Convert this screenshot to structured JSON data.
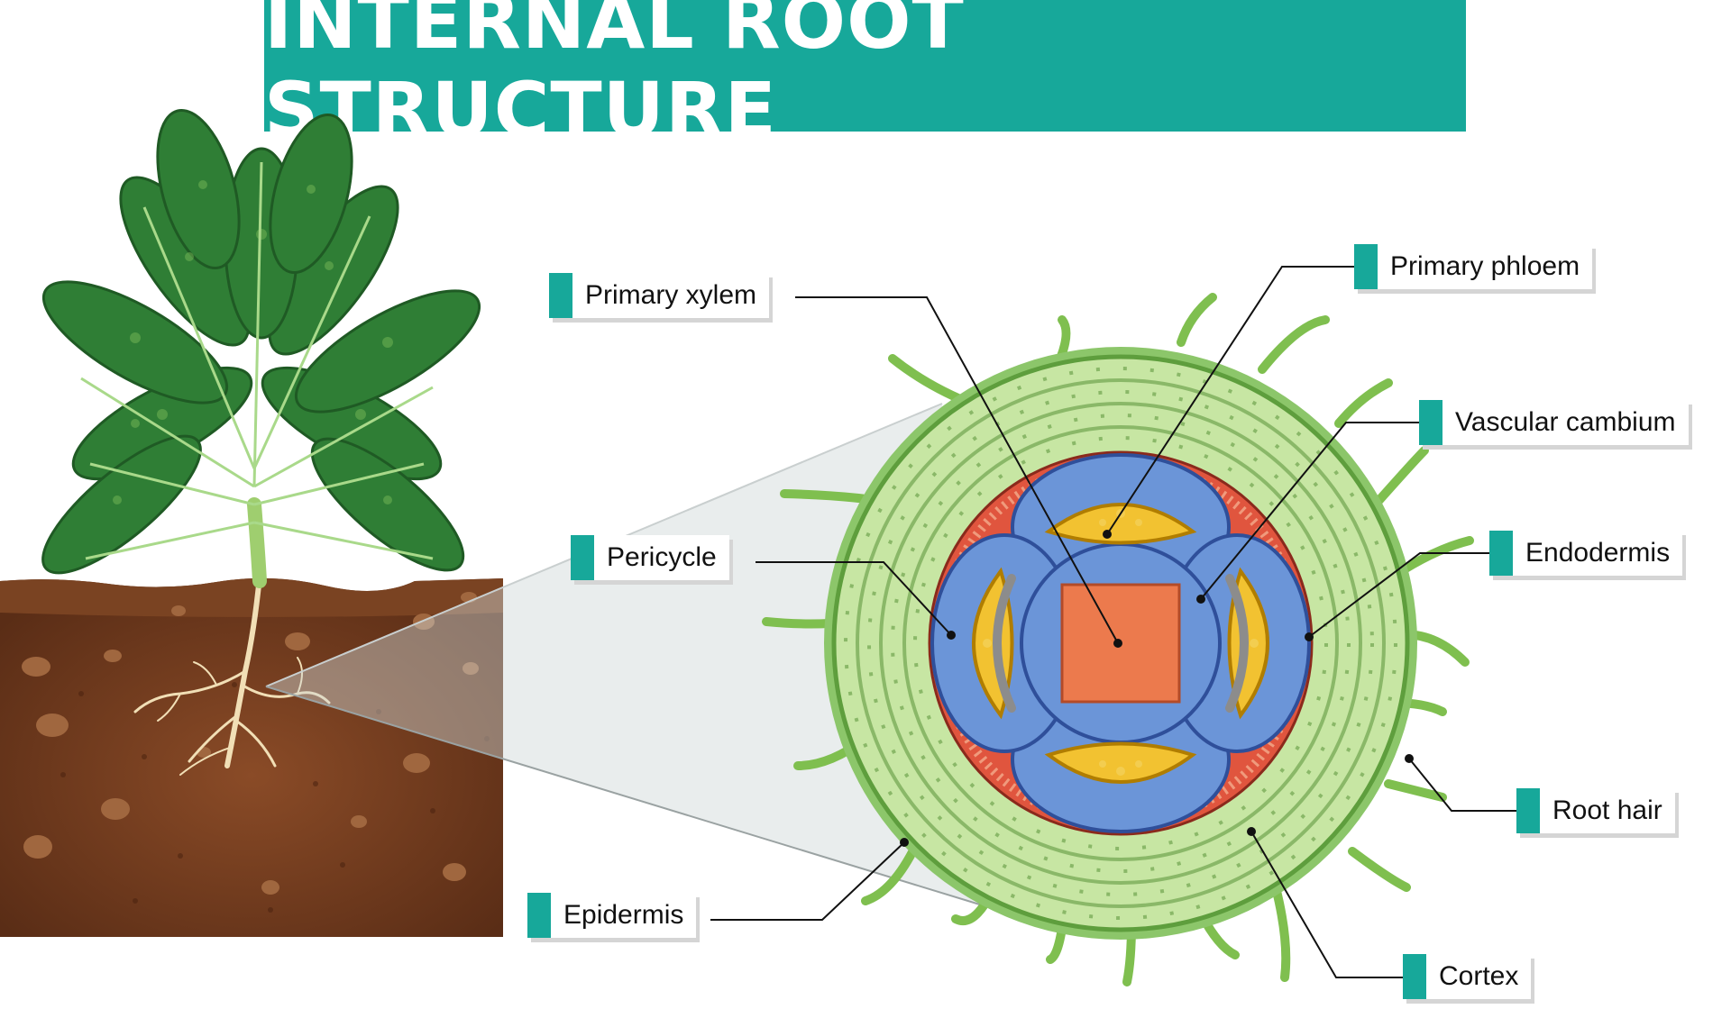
{
  "title": "INTERNAL ROOT STRUCTURE",
  "labels": {
    "primary_xylem": "Primary xylem",
    "primary_phloem": "Primary phloem",
    "vascular_cambium": "Vascular cambium",
    "pericycle": "Pericycle",
    "endodermis": "Endodermis",
    "root_hair": "Root hair",
    "epidermis": "Epidermis",
    "cortex": "Cortex"
  },
  "colors": {
    "accent": "#17a89a",
    "cortex": "#c7e6a3",
    "epidermis": "#8cc66a",
    "pericycle": "#e0553e",
    "phloem_tissue": "#6b95d8",
    "xylem_core": "#ec7a4d",
    "phloem_patch": "#f2c231",
    "cambium": "#8c8c8c",
    "soil": "#6d3a1e"
  }
}
